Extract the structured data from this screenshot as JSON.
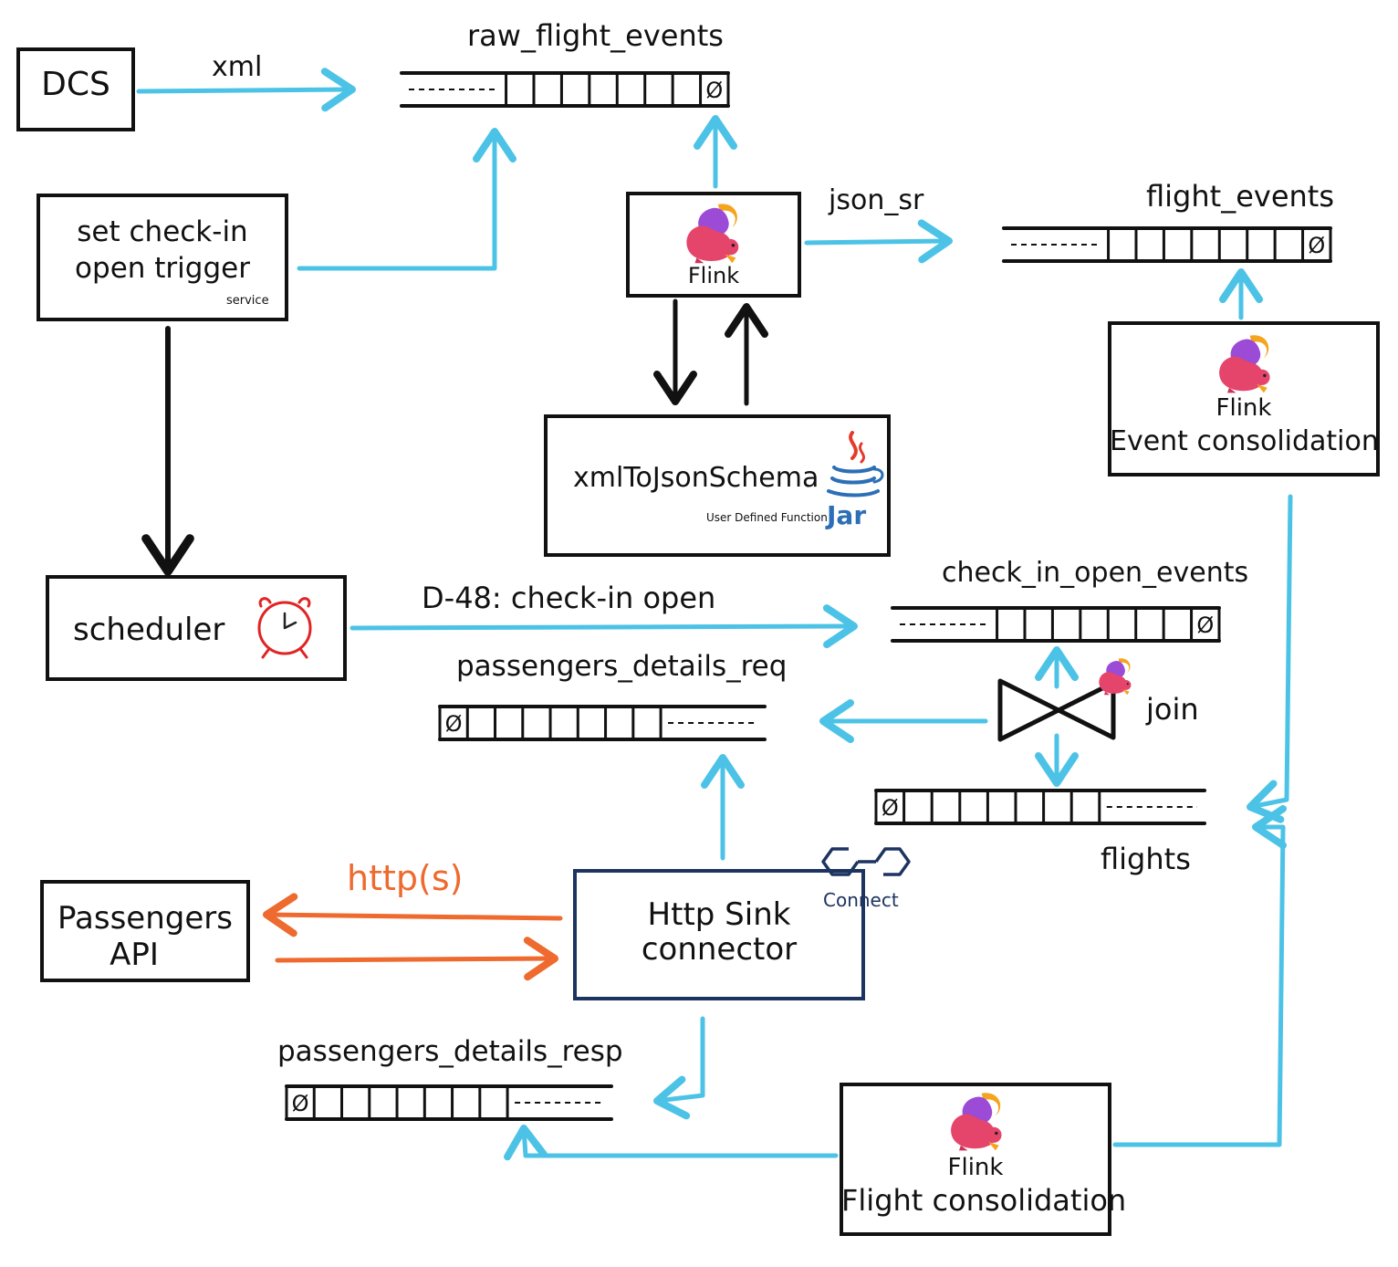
{
  "nodes": {
    "dcs": {
      "label": "DCS"
    },
    "trigger": {
      "line1": "set check-in",
      "line2": "open trigger",
      "sub": "service"
    },
    "flink_main": {
      "label": "Flink"
    },
    "udf": {
      "label": "xmlToJsonSchema",
      "sub": "User Defined Function",
      "jar": "Jar"
    },
    "event_consolidation": {
      "flink": "Flink",
      "label": "Event consolidation"
    },
    "scheduler": {
      "label": "scheduler"
    },
    "passengers_api": {
      "line1": "Passengers",
      "line2": "API"
    },
    "http_sink": {
      "line1": "Http Sink",
      "line2": "connector",
      "badge": "Connect"
    },
    "flight_consolidation": {
      "flink": "Flink",
      "label": "Flight consolidation"
    }
  },
  "topics": {
    "raw_flight_events": {
      "name": "raw_flight_events",
      "marker": "Ø"
    },
    "flight_events": {
      "name": "flight_events",
      "marker": "Ø"
    },
    "check_in_open_events": {
      "name": "check_in_open_events",
      "marker": "Ø"
    },
    "passengers_details_req": {
      "name": "passengers_details_req",
      "marker": "Ø"
    },
    "flights": {
      "name": "flights",
      "marker": "Ø"
    },
    "passengers_details_resp": {
      "name": "passengers_details_resp",
      "marker": "Ø"
    }
  },
  "edges": {
    "xml": "xml",
    "json_sr": "json_sr",
    "d48": "D-48: check-in open",
    "join": "join",
    "http": "http(s)"
  },
  "colors": {
    "blue_arrow": "#4cc3e6",
    "orange_arrow": "#ee6a2e",
    "black_arrow": "#111111",
    "navy_box": "#1d3360",
    "java_red": "#e53a2a",
    "java_blue": "#2c6fb7",
    "clock_red": "#e02424"
  },
  "icons": [
    "flink-squirrel-icon",
    "java-cup-icon",
    "alarm-clock-icon",
    "connect-icon",
    "join-bowtie-icon"
  ]
}
